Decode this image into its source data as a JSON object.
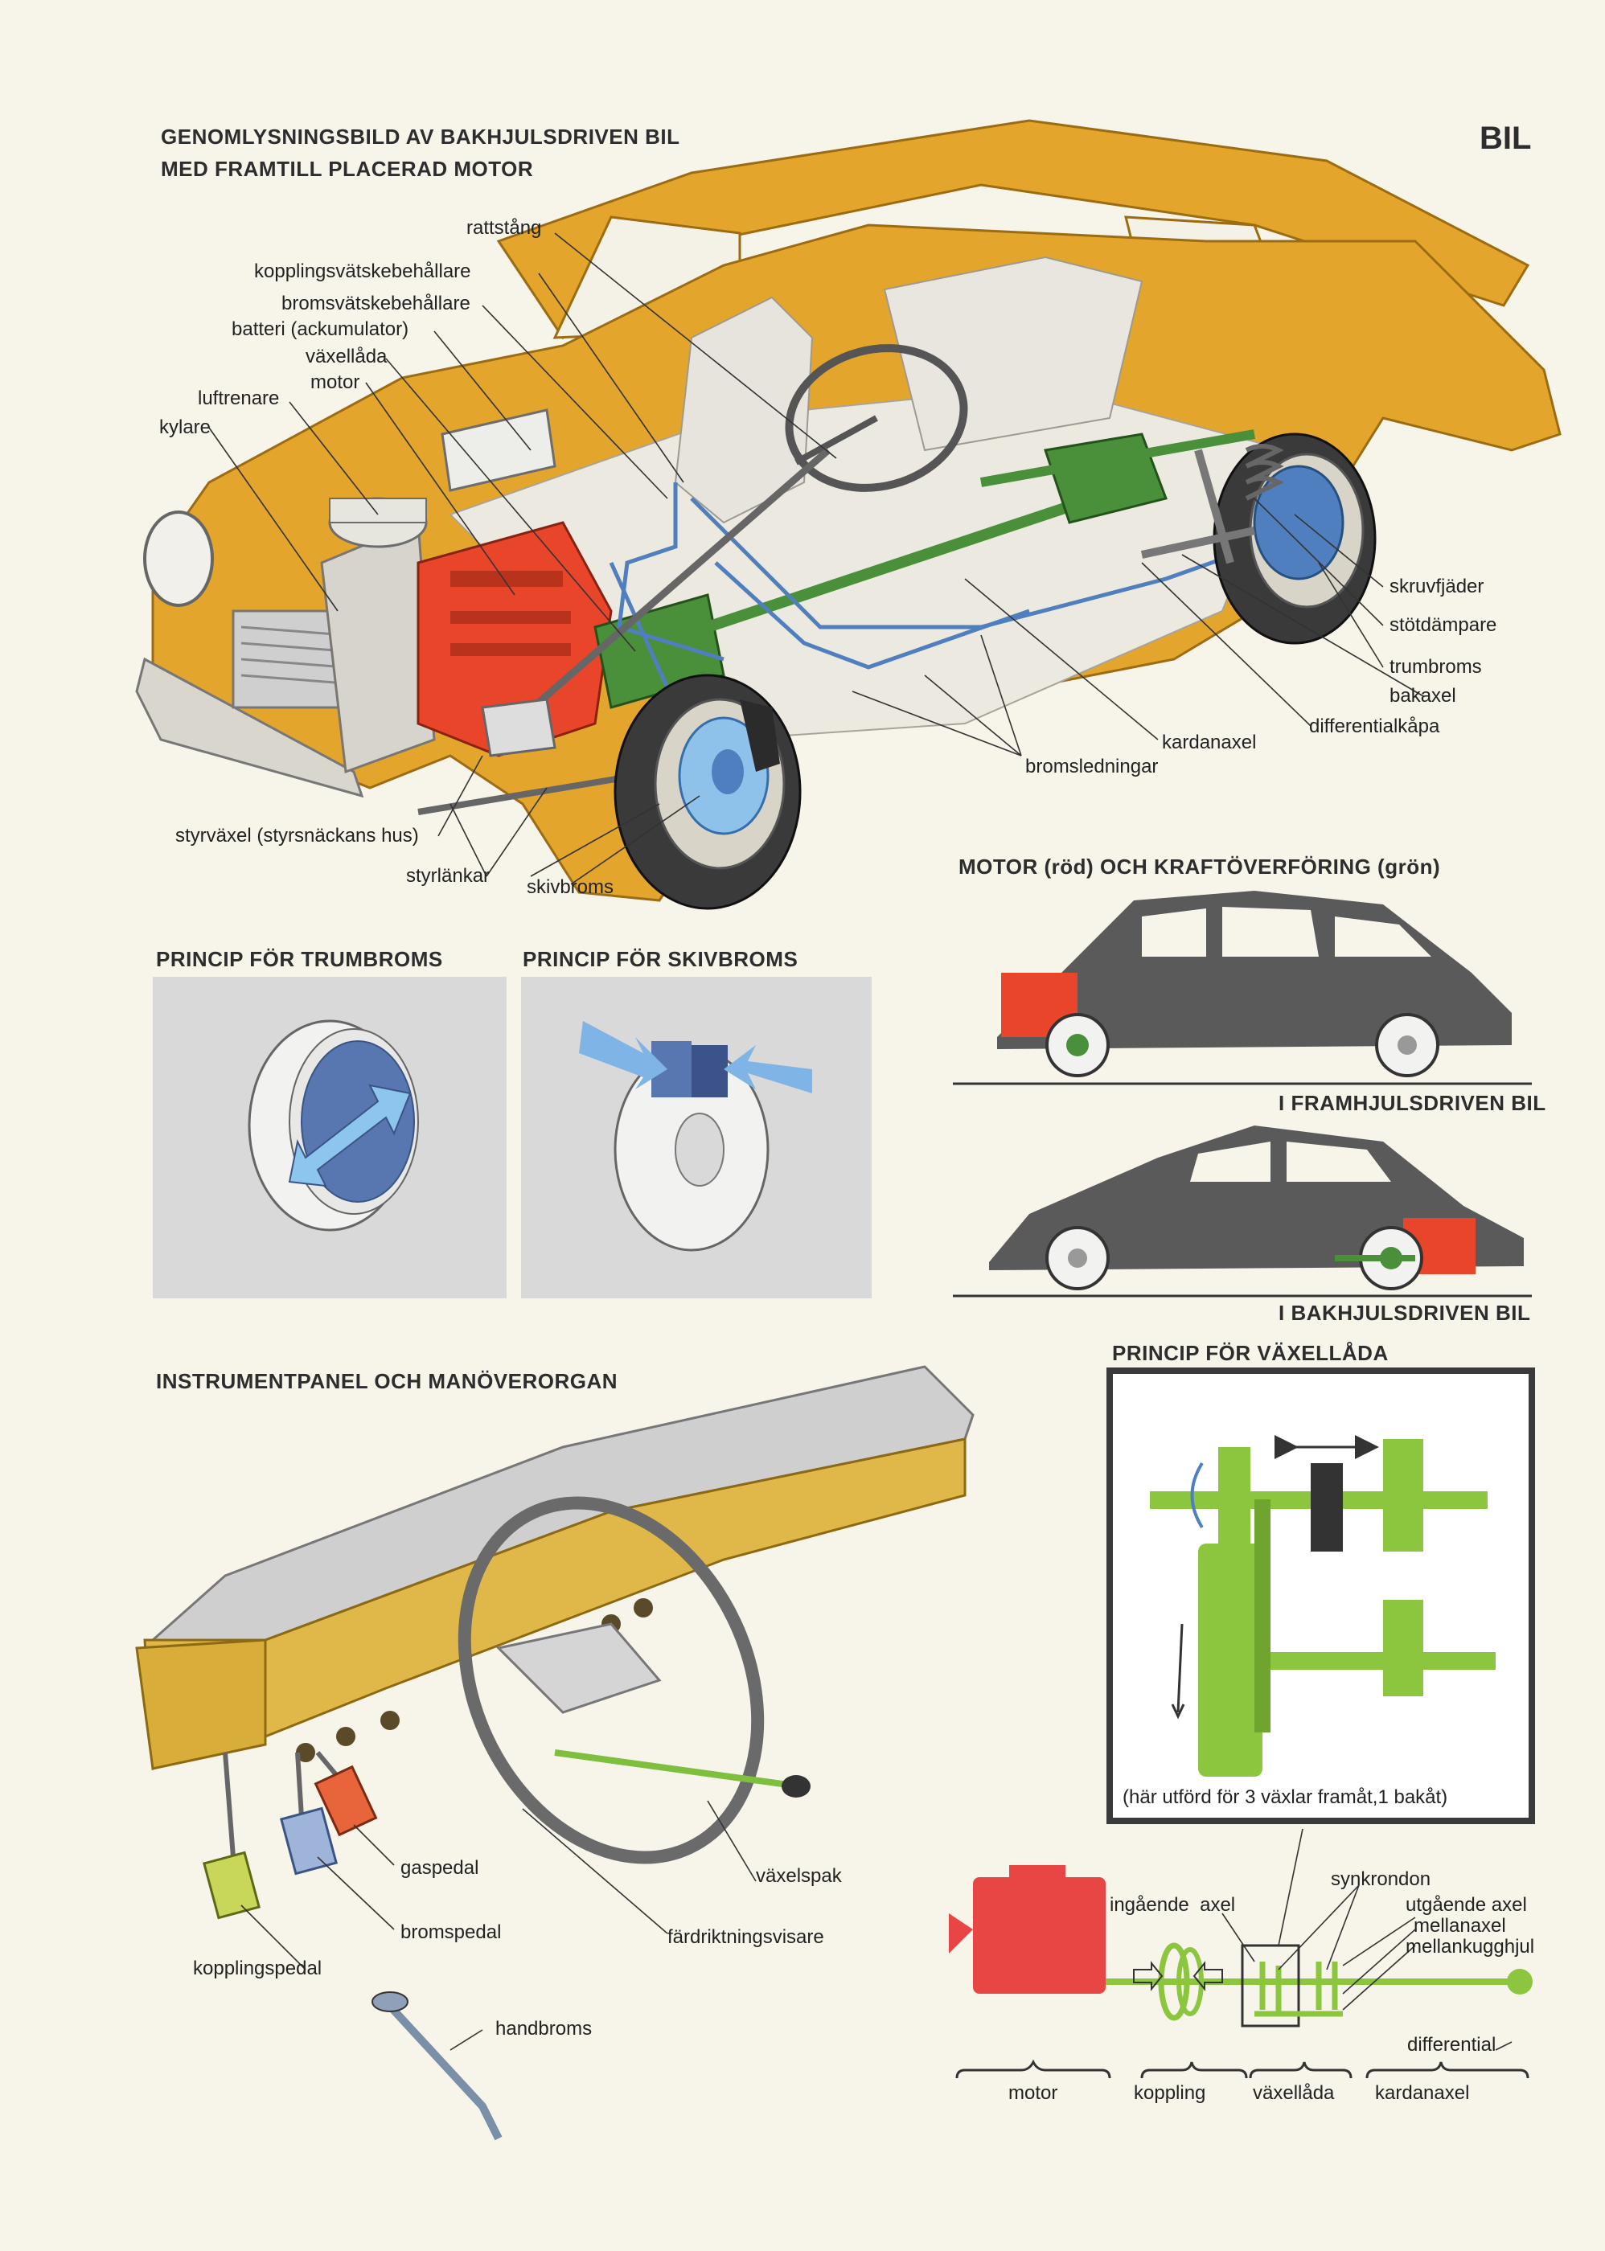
{
  "page_title": "BIL",
  "main_diagram": {
    "title_line1": "GENOMLYSNINGSBILD AV BAKHJULSDRIVEN BIL",
    "title_line2": "MED FRAMTILL PLACERAD MOTOR",
    "labels": {
      "rattstang": "rattstång",
      "kopplingsvatske": "kopplingsvätskebehållare",
      "bromsvatske": "bromsvätskebehållare",
      "batteri": "batteri (ackumulator)",
      "vaxellada": "växellåda",
      "motor": "motor",
      "luftrenare": "luftrenare",
      "kylare": "kylare",
      "skruvfjader": "skruvfjäder",
      "stotdampare": "stötdämpare",
      "trumbroms": "trumbroms",
      "bakaxel": "bakaxel",
      "differentialkapa": "differentialkåpa",
      "kardanaxel": "kardanaxel",
      "bromsledningar": "bromsledningar",
      "styrvaxel": "styrväxel (styrsnäckans hus)",
      "styrlankar": "styrlänkar",
      "skivbroms": "skivbroms"
    }
  },
  "motor_section": {
    "title": "MOTOR (röd) OCH KRAFTÖVERFÖRING (grön)",
    "front_caption": "I FRAMHJULSDRIVEN BIL",
    "rear_caption": "I BAKHJULSDRIVEN BIL"
  },
  "brake_principles": {
    "drum_title": "PRINCIP FÖR TRUMBROMS",
    "disc_title": "PRINCIP FÖR SKIVBROMS"
  },
  "dashboard": {
    "title": "INSTRUMENTPANEL OCH MANÖVERORGAN",
    "labels": {
      "gaspedal": "gaspedal",
      "vaxelspak": "växelspak",
      "bromspedal": "bromspedal",
      "fardriktningsvisare": "färdriktningsvisare",
      "kopplingspedal": "kopplingspedal",
      "handbroms": "handbroms"
    }
  },
  "gearbox": {
    "title": "PRINCIP FÖR VÄXELLÅDA",
    "caption": "(här utförd för 3 växlar framåt,1 bakåt)",
    "labels": {
      "synkrondon": "synkrondon",
      "ingaende_axel": "ingående  axel",
      "utgaende_axel": "utgående axel",
      "mellanaxel": "mellanaxel",
      "mellankugghjul": "mellankugghjul",
      "differential": "differential",
      "motor": "motor",
      "koppling": "koppling",
      "vaxellada": "växellåda",
      "kardanaxel": "kardanaxel"
    }
  },
  "colors": {
    "car_body": "#e3a52c",
    "engine": "#e8452a",
    "drivetrain": "#4a8f3a",
    "brake_lines": "#4f7fbf",
    "silhouette": "#5a5a5a",
    "panel_grey": "#d9d9d9",
    "gear_green": "#8cc63f"
  }
}
